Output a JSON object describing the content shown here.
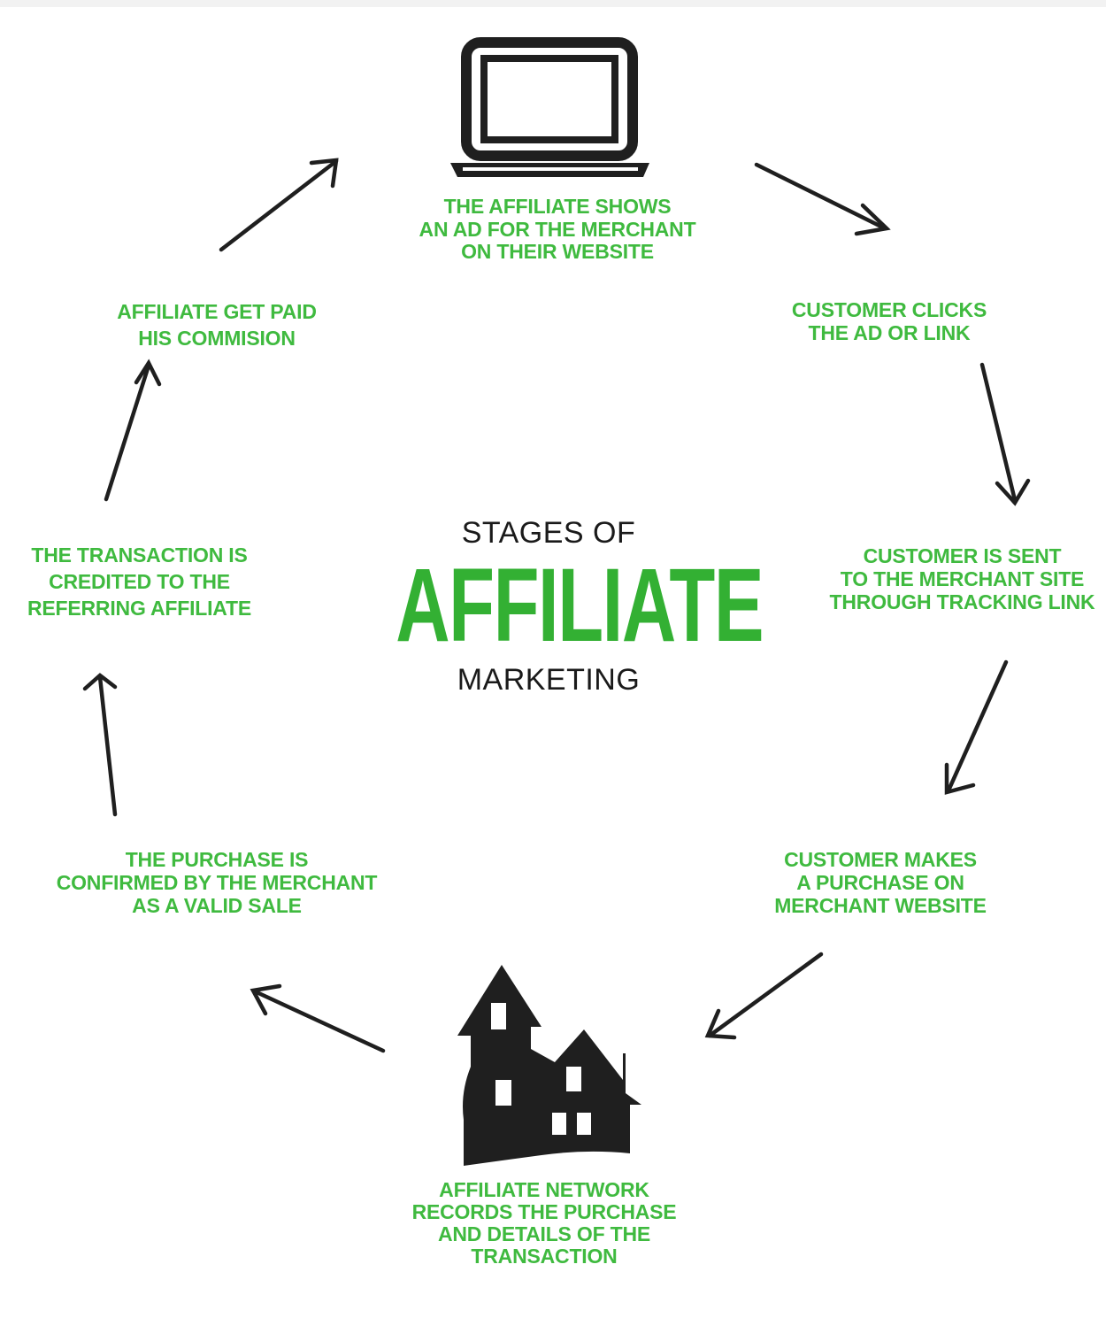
{
  "diagram": {
    "title": {
      "line1": "STAGES OF",
      "line2": "AFFILIATE",
      "line3": "MARKETING"
    },
    "steps": [
      {
        "lines": [
          "THE AFFILIATE SHOWS",
          "AN AD FOR THE MERCHANT",
          "ON THEIR WEBSITE"
        ]
      },
      {
        "lines": [
          "CUSTOMER CLICKS",
          "THE AD OR LINK"
        ]
      },
      {
        "lines": [
          "CUSTOMER IS SENT",
          "TO THE MERCHANT SITE",
          "THROUGH TRACKING LINK"
        ]
      },
      {
        "lines": [
          "CUSTOMER MAKES",
          "A PURCHASE ON",
          "MERCHANT WEBSITE"
        ]
      },
      {
        "lines": [
          "AFFILIATE NETWORK",
          "RECORDS THE PURCHASE",
          "AND DETAILS OF THE",
          "TRANSACTION"
        ]
      },
      {
        "lines": [
          "THE PURCHASE IS",
          "CONFIRMED BY THE MERCHANT",
          "AS A VALID SALE"
        ]
      },
      {
        "lines": [
          "THE TRANSACTION IS",
          "CREDITED TO THE",
          "REFERRING AFFILIATE"
        ]
      },
      {
        "lines": [
          "AFFILIATE GET PAID",
          "HIS COMMISION"
        ]
      }
    ],
    "icons": [
      "laptop-icon",
      "building-icon"
    ],
    "colors": {
      "step_text": "#3fba3f",
      "title_accent": "#33b033",
      "title_text": "#1a1a1a",
      "arrows": "#1f1f1f",
      "icons": "#1f1f1f"
    }
  }
}
